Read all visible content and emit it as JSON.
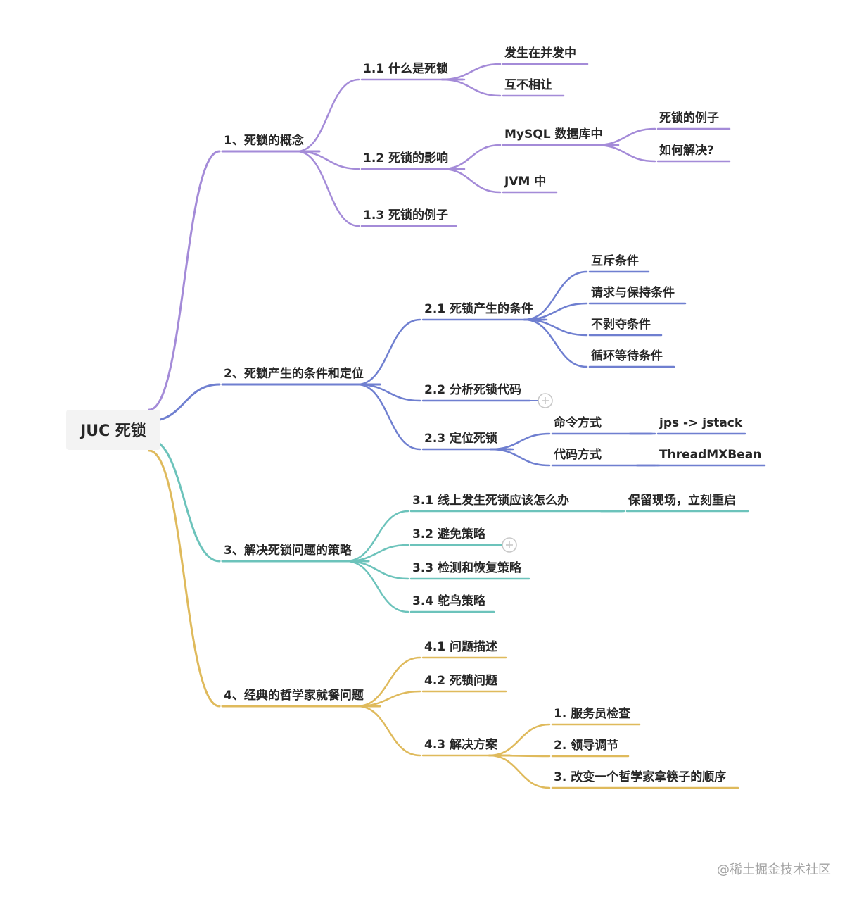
{
  "root": {
    "label": "JUC 死锁"
  },
  "branch_colors": [
    "#a48bd8",
    "#6f7fd0",
    "#6cc3bb",
    "#dfba5c"
  ],
  "branches": [
    {
      "label": "1、死锁的概念",
      "children": [
        {
          "label": "1.1 什么是死锁",
          "children": [
            {
              "label": "发生在并发中"
            },
            {
              "label": "互不相让"
            }
          ]
        },
        {
          "label": "1.2 死锁的影响",
          "children": [
            {
              "label": "MySQL 数据库中",
              "children": [
                {
                  "label": "死锁的例子"
                },
                {
                  "label": "如何解决?"
                }
              ]
            },
            {
              "label": "JVM 中"
            }
          ]
        },
        {
          "label": "1.3 死锁的例子"
        }
      ]
    },
    {
      "label": "2、死锁产生的条件和定位",
      "children": [
        {
          "label": "2.1 死锁产生的条件",
          "children": [
            {
              "label": "互斥条件"
            },
            {
              "label": "请求与保持条件"
            },
            {
              "label": "不剥夺条件"
            },
            {
              "label": "循环等待条件"
            }
          ]
        },
        {
          "label": "2.2 分析死锁代码",
          "collapsed": true
        },
        {
          "label": "2.3 定位死锁",
          "children": [
            {
              "label": "命令方式",
              "children": [
                {
                  "label": "jps -> jstack"
                }
              ]
            },
            {
              "label": "代码方式",
              "children": [
                {
                  "label": "ThreadMXBean"
                }
              ]
            }
          ]
        }
      ]
    },
    {
      "label": "3、解决死锁问题的策略",
      "children": [
        {
          "label": "3.1 线上发生死锁应该怎么办",
          "children": [
            {
              "label": "保留现场，立刻重启"
            }
          ]
        },
        {
          "label": "3.2 避免策略",
          "collapsed": true
        },
        {
          "label": "3.3 检测和恢复策略"
        },
        {
          "label": "3.4 鸵鸟策略"
        }
      ]
    },
    {
      "label": "4、经典的哲学家就餐问题",
      "children": [
        {
          "label": "4.1 问题描述"
        },
        {
          "label": "4.2 死锁问题"
        },
        {
          "label": "4.3 解决方案",
          "children": [
            {
              "label": "1. 服务员检查"
            },
            {
              "label": "2. 领导调节"
            },
            {
              "label": "3. 改变一个哲学家拿筷子的顺序"
            }
          ]
        }
      ]
    }
  ],
  "watermark": "@稀土掘金技术社区"
}
